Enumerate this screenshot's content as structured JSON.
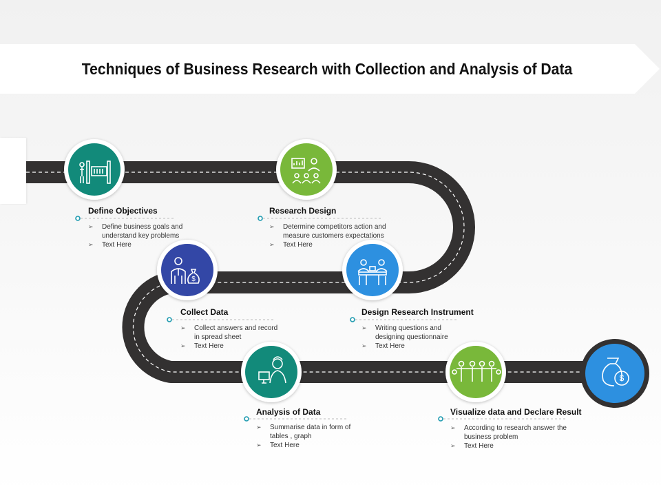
{
  "title": "Techniques of Business Research with Collection and Analysis of Data",
  "colors": {
    "teal": "#128a7a",
    "green": "#79b83a",
    "navy": "#3347a6",
    "blue": "#2d90e0",
    "road": "#333131"
  },
  "steps": [
    {
      "title": "Define Objectives",
      "icon": "door-exit-icon",
      "bullets": [
        "Define business goals and understand key problems",
        "Text Here"
      ]
    },
    {
      "title": "Research Design",
      "icon": "presentation-audience-icon",
      "bullets": [
        "Determine competitors action and measure customers expectations",
        "Text Here"
      ]
    },
    {
      "title": "Collect Data",
      "icon": "businessman-money-bag-icon",
      "bullets": [
        "Collect answers and record in spread sheet",
        "Text Here"
      ]
    },
    {
      "title": "Design Research Instrument",
      "icon": "meeting-table-icon",
      "bullets": [
        "Writing questions and designing questionnaire",
        "Text Here"
      ]
    },
    {
      "title": "Analysis of Data",
      "icon": "analyst-at-computer-icon",
      "bullets": [
        "Summarise data in form of tables , graph",
        "Text Here"
      ]
    },
    {
      "title": "Visualize data and Declare Result",
      "icon": "team-handshake-icon",
      "bullets": [
        "According to research answer the business problem",
        "Text Here"
      ]
    }
  ],
  "end_icon": "money-bag-coin-icon"
}
